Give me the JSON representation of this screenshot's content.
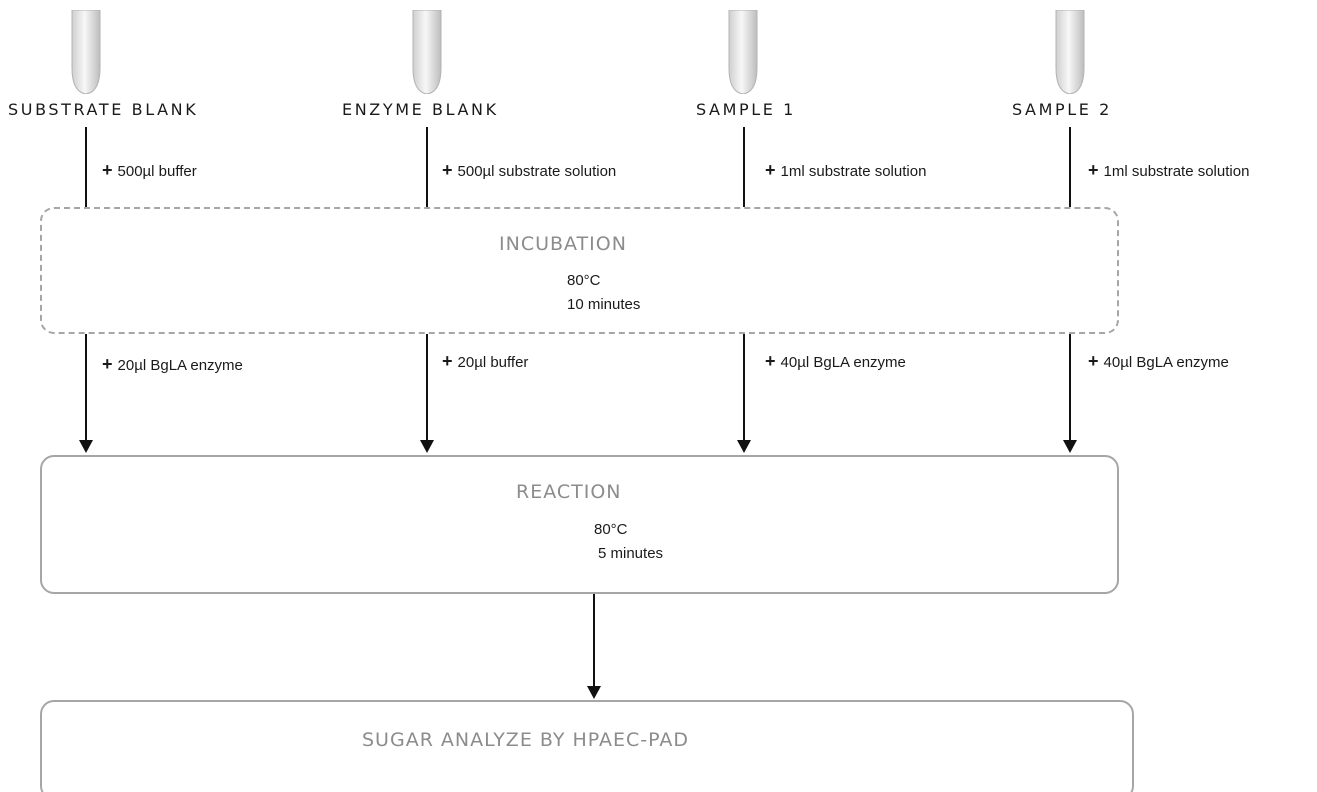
{
  "samples": [
    {
      "label": "SUBSTRATE BLANK",
      "first_addition": "500µl buffer",
      "second_addition": "20µl BgLA enzyme"
    },
    {
      "label": "ENZYME BLANK",
      "first_addition": "500µl substrate solution",
      "second_addition": "20µl buffer"
    },
    {
      "label": "SAMPLE 1",
      "first_addition": "1ml substrate solution",
      "second_addition": "40µl BgLA enzyme"
    },
    {
      "label": "SAMPLE 2",
      "first_addition": "1ml substrate solution",
      "second_addition": "40µl BgLA enzyme"
    }
  ],
  "plus_symbol": "+",
  "incubation": {
    "title": "INCUBATION",
    "temperature": "80°C",
    "duration": "10 minutes"
  },
  "reaction": {
    "title": "REACTION",
    "temperature": "80°C",
    "duration": "5 minutes"
  },
  "analysis": {
    "title": "SUGAR ANALYZE BY HPAEC-PAD"
  },
  "colors": {
    "line": "#111111",
    "box_border": "#a6a6a6",
    "box_title": "#8c8c8c",
    "tube_fill": "#e6e6e6"
  }
}
